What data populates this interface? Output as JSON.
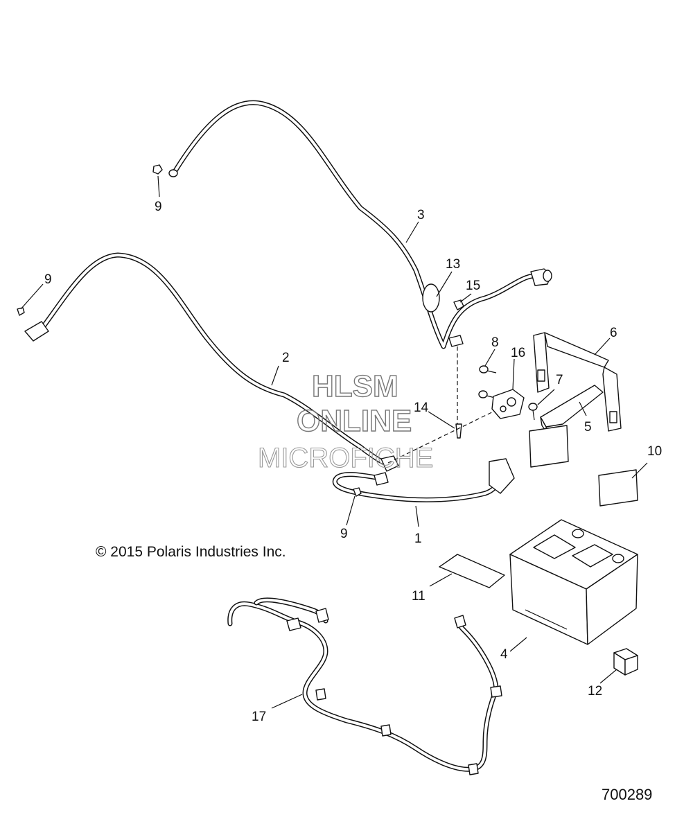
{
  "diagram": {
    "callouts": [
      {
        "id": "c1",
        "text": "1"
      },
      {
        "id": "c2",
        "text": "2"
      },
      {
        "id": "c3",
        "text": "3"
      },
      {
        "id": "c4",
        "text": "4"
      },
      {
        "id": "c5",
        "text": "5"
      },
      {
        "id": "c6",
        "text": "6"
      },
      {
        "id": "c7",
        "text": "7"
      },
      {
        "id": "c8",
        "text": "8"
      },
      {
        "id": "c9a",
        "text": "9"
      },
      {
        "id": "c9b",
        "text": "9"
      },
      {
        "id": "c9c",
        "text": "9"
      },
      {
        "id": "c10",
        "text": "10"
      },
      {
        "id": "c11",
        "text": "11"
      },
      {
        "id": "c12",
        "text": "12"
      },
      {
        "id": "c13",
        "text": "13"
      },
      {
        "id": "c14",
        "text": "14"
      },
      {
        "id": "c15",
        "text": "15"
      },
      {
        "id": "c16",
        "text": "16"
      },
      {
        "id": "c17",
        "text": "17"
      }
    ],
    "copyright": "© 2015 Polaris Industries Inc.",
    "figure_number": "700289"
  },
  "watermark": {
    "line1": "HLSM",
    "line2": "ONLINE",
    "line3": "MICROFICHE"
  }
}
